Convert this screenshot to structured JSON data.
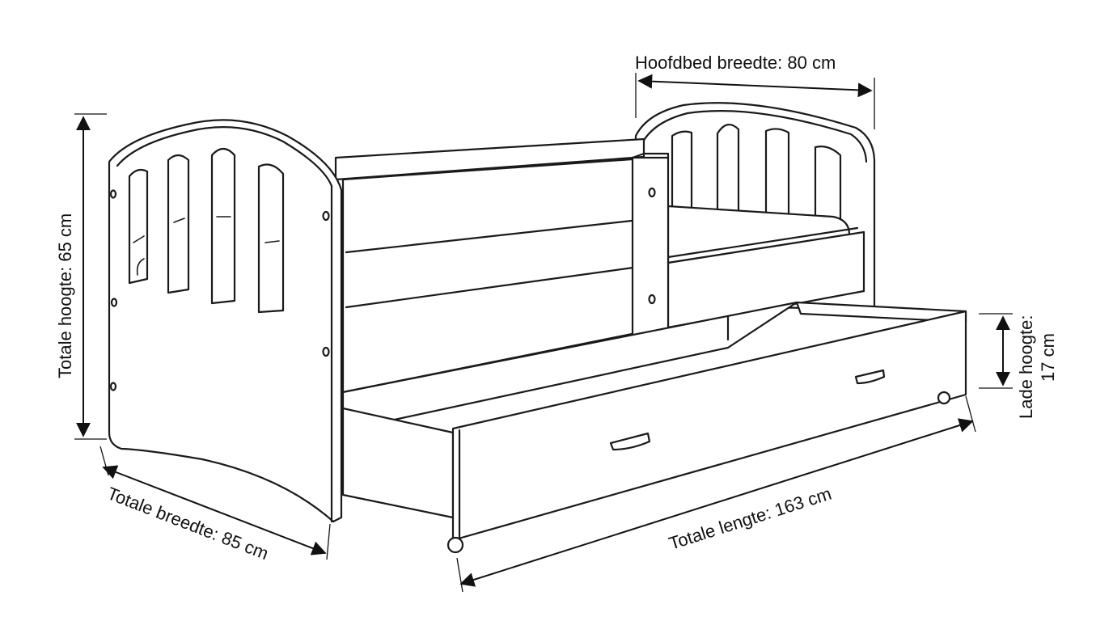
{
  "labels": {
    "headboard_width": "Hoofdbed breedte: 80 cm",
    "total_height": "Totale hoogte: 65 cm",
    "drawer_height_line1": "Lade hoogte:",
    "drawer_height_line2": "17 cm",
    "total_width": "Totale breedte: 85 cm",
    "total_length": "Totale lengte: 163 cm"
  },
  "colors": {
    "line": "#1a1a1a",
    "background": "#ffffff"
  }
}
